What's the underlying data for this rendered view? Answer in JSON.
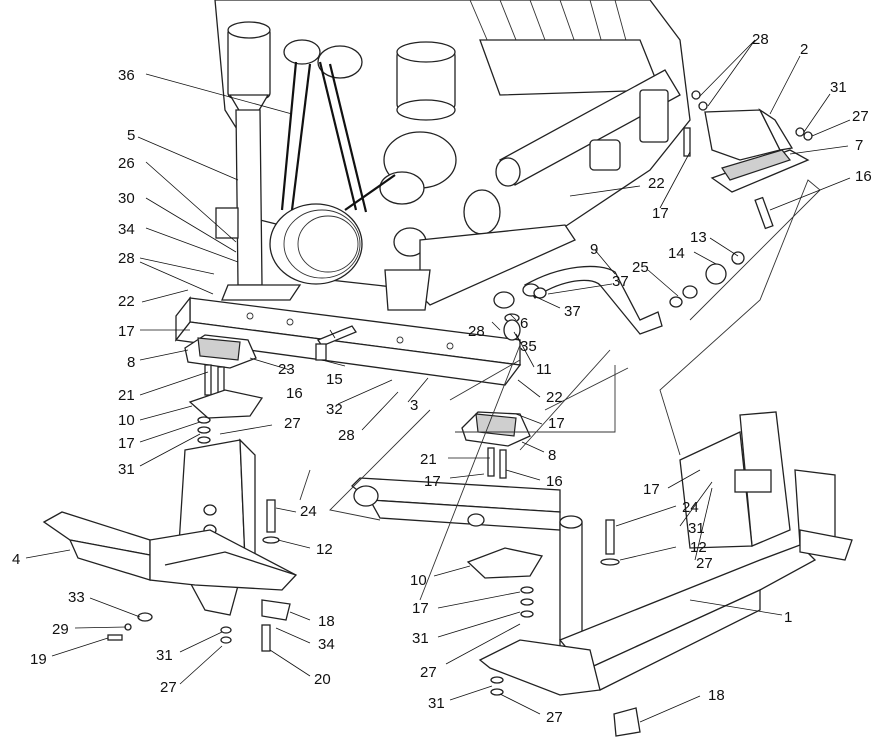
{
  "diagram": {
    "labels": [
      {
        "id": "l36",
        "text": "36"
      },
      {
        "id": "l5",
        "text": "5"
      },
      {
        "id": "l26",
        "text": "26"
      },
      {
        "id": "l30",
        "text": "30"
      },
      {
        "id": "l34a",
        "text": "34"
      },
      {
        "id": "l28a",
        "text": "28"
      },
      {
        "id": "l22a",
        "text": "22"
      },
      {
        "id": "l17a",
        "text": "17"
      },
      {
        "id": "l8a",
        "text": "8"
      },
      {
        "id": "l21a",
        "text": "21"
      },
      {
        "id": "l10a",
        "text": "10"
      },
      {
        "id": "l17b",
        "text": "17"
      },
      {
        "id": "l31a",
        "text": "31"
      },
      {
        "id": "l4",
        "text": "4"
      },
      {
        "id": "l33",
        "text": "33"
      },
      {
        "id": "l29",
        "text": "29"
      },
      {
        "id": "l19",
        "text": "19"
      },
      {
        "id": "l31b",
        "text": "31"
      },
      {
        "id": "l27a",
        "text": "27"
      },
      {
        "id": "l23",
        "text": "23"
      },
      {
        "id": "l15",
        "text": "15"
      },
      {
        "id": "l16a",
        "text": "16"
      },
      {
        "id": "l32",
        "text": "32"
      },
      {
        "id": "l27b",
        "text": "27"
      },
      {
        "id": "l28b",
        "text": "28"
      },
      {
        "id": "l3",
        "text": "3"
      },
      {
        "id": "l24a",
        "text": "24"
      },
      {
        "id": "l12a",
        "text": "12"
      },
      {
        "id": "l18a",
        "text": "18"
      },
      {
        "id": "l34b",
        "text": "34"
      },
      {
        "id": "l20",
        "text": "20"
      },
      {
        "id": "l28c",
        "text": "28"
      },
      {
        "id": "l2",
        "text": "2"
      },
      {
        "id": "l31c",
        "text": "31"
      },
      {
        "id": "l27c",
        "text": "27"
      },
      {
        "id": "l7",
        "text": "7"
      },
      {
        "id": "l16b",
        "text": "16"
      },
      {
        "id": "l22b",
        "text": "22"
      },
      {
        "id": "l17c",
        "text": "17"
      },
      {
        "id": "l13",
        "text": "13"
      },
      {
        "id": "l14",
        "text": "14"
      },
      {
        "id": "l9",
        "text": "9"
      },
      {
        "id": "l25",
        "text": "25"
      },
      {
        "id": "l37a",
        "text": "37"
      },
      {
        "id": "l37b",
        "text": "37"
      },
      {
        "id": "l28d",
        "text": "28"
      },
      {
        "id": "l6",
        "text": "6"
      },
      {
        "id": "l35",
        "text": "35"
      },
      {
        "id": "l11",
        "text": "11"
      },
      {
        "id": "l22c",
        "text": "22"
      },
      {
        "id": "l17d",
        "text": "17"
      },
      {
        "id": "l8b",
        "text": "8"
      },
      {
        "id": "l21b",
        "text": "21"
      },
      {
        "id": "l17e",
        "text": "17"
      },
      {
        "id": "l16c",
        "text": "16"
      },
      {
        "id": "l10b",
        "text": "10"
      },
      {
        "id": "l17f",
        "text": "17"
      },
      {
        "id": "l31d",
        "text": "31"
      },
      {
        "id": "l27d",
        "text": "27"
      },
      {
        "id": "l31e",
        "text": "31"
      },
      {
        "id": "l27e",
        "text": "27"
      },
      {
        "id": "l17g",
        "text": "17"
      },
      {
        "id": "l24b",
        "text": "24"
      },
      {
        "id": "l31f",
        "text": "31"
      },
      {
        "id": "l12b",
        "text": "12"
      },
      {
        "id": "l27f",
        "text": "27"
      },
      {
        "id": "l1",
        "text": "1"
      },
      {
        "id": "l18b",
        "text": "18"
      }
    ]
  }
}
